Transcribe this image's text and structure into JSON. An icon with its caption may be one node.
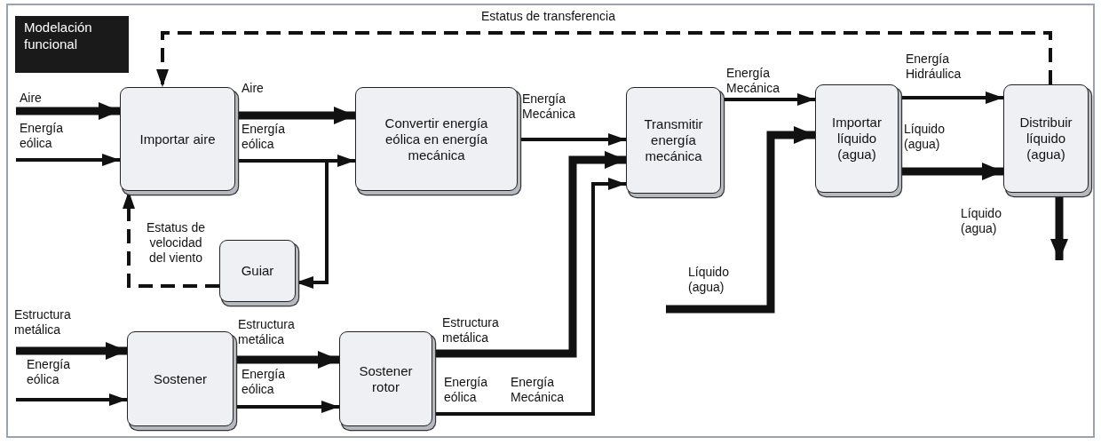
{
  "diagram": {
    "title": "Modelación funcional",
    "nodes": [
      {
        "text": [
          "Importar aire"
        ]
      },
      {
        "text": [
          "Convertir energía eólica en energía mecánica"
        ]
      },
      {
        "text": [
          "Transmitir energía mecánica"
        ]
      },
      {
        "text": [
          "Importar líquido (agua)"
        ]
      },
      {
        "text": [
          "Distribuir líquido (agua)"
        ]
      },
      {
        "text": [
          "Guiar"
        ]
      },
      {
        "text": [
          "Sostener"
        ]
      },
      {
        "text": [
          "Sostener rotor"
        ]
      }
    ],
    "edges": [
      {
        "from": null,
        "to": 0,
        "arrow": "to",
        "label": "Aire",
        "style": "thick"
      },
      {
        "from": null,
        "to": 0,
        "arrow": "to",
        "label": "Energía eólica"
      },
      {
        "from": 0,
        "to": 1,
        "arrow": "to",
        "label": "Aire",
        "style": "thick"
      },
      {
        "from": 0,
        "to": 1,
        "arrow": "to",
        "label": "Energía eólica"
      },
      {
        "from": 0,
        "to": 5,
        "arrow": "to"
      },
      {
        "from": 5,
        "to": 0,
        "arrow": "to",
        "label": "Estatus de velocidad del viento",
        "style": "dashed"
      },
      {
        "from": 4,
        "to": 0,
        "arrow": "to",
        "label": "Estatus de transferencia",
        "style": "dashed"
      },
      {
        "from": 1,
        "to": 2,
        "arrow": "to",
        "label": "Energía Mecánica"
      },
      {
        "from": 7,
        "to": 2,
        "arrow": "to",
        "label": "Estructura metálica",
        "style": "thick"
      },
      {
        "from": 7,
        "to": 2,
        "arrow": "to",
        "label": "Energía Mecánica"
      },
      {
        "from": 2,
        "to": 3,
        "arrow": "to",
        "label": "Energía Mecánica"
      },
      {
        "from": null,
        "to": 3,
        "arrow": "to",
        "label": "Líquido (agua)",
        "style": "thick"
      },
      {
        "from": 3,
        "to": 4,
        "arrow": "to",
        "label": "Energía Hidráulica"
      },
      {
        "from": 3,
        "to": 4,
        "arrow": "to",
        "label": "Líquido (agua)",
        "style": "thick"
      },
      {
        "from": 4,
        "to": null,
        "arrow": "to",
        "label": "Líquido (agua)",
        "style": "thick"
      },
      {
        "from": null,
        "to": 6,
        "arrow": "to",
        "label": "Estructura metálica",
        "style": "thick"
      },
      {
        "from": null,
        "to": 6,
        "arrow": "to",
        "label": "Energía eólica"
      },
      {
        "from": 6,
        "to": 7,
        "arrow": "to",
        "label": "Estructura metálica",
        "style": "thick"
      },
      {
        "from": 6,
        "to": 7,
        "arrow": "to",
        "label": "Energía eólica"
      }
    ],
    "labels": [
      "Energía eólica"
    ]
  }
}
